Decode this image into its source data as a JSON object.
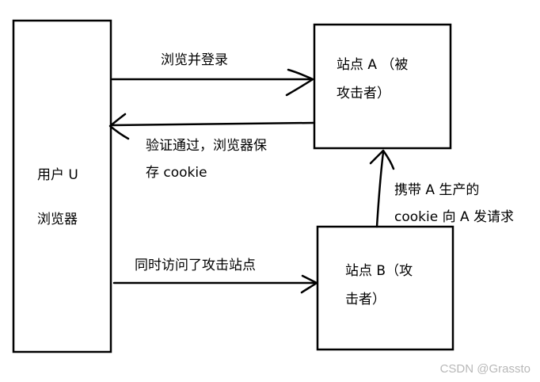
{
  "nodes": {
    "user": {
      "line1": "用户 U",
      "line2": "浏览器"
    },
    "site_a": {
      "line1": "站点 A （被",
      "line2": "攻击者）"
    },
    "site_b": {
      "line1": "站点 B（攻",
      "line2": "击者）"
    }
  },
  "edges": {
    "browse_login": "浏览并登录",
    "verify_line1": "验证通过，浏览器保",
    "verify_line2": "存 cookie",
    "visit_b": "同时访问了攻击站点",
    "carry_line1": "携带 A 生产的",
    "carry_line2": "cookie 向 A 发请求"
  },
  "watermark": "CSDN @Grassto",
  "colors": {
    "stroke": "#000000",
    "text": "#000000",
    "watermark": "#b8b8b8"
  }
}
